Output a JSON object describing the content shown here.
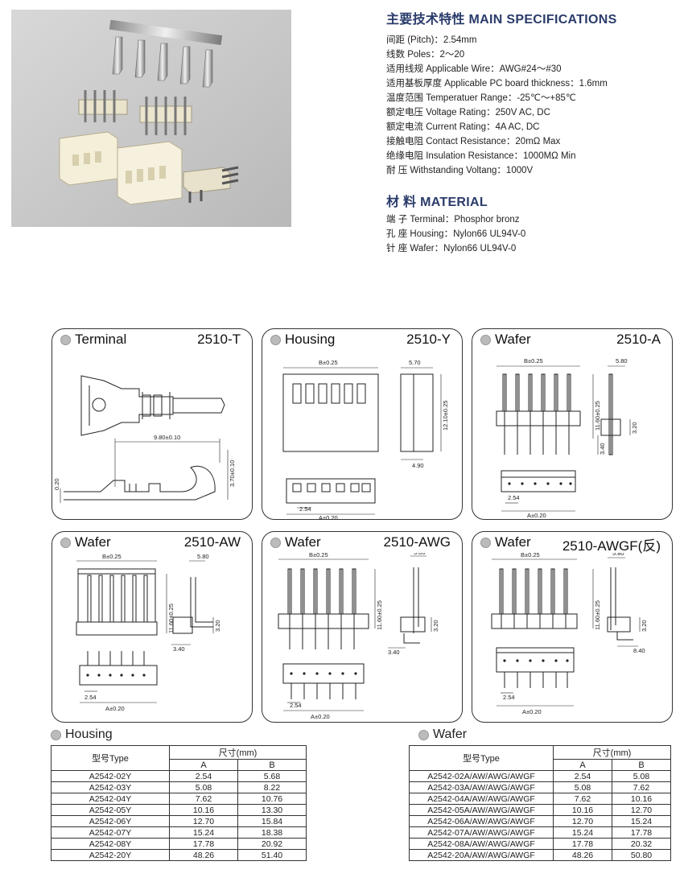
{
  "specs": {
    "title": "主要技术特性 MAIN SPECIFICATIONS",
    "items": [
      "间距 (Pitch)：2.54mm",
      "线数 Poles：2～20",
      "适用线规 Applicable Wire：AWG#24～#30",
      "适用基板厚度 Applicable PC board thickness：1.6mm",
      "温度范围 Temperatuer Range：-25℃～+85℃",
      "额定电压 Voltage Rating：250V AC, DC",
      "额定电流 Current Rating：4A AC, DC",
      "接触电阻 Contact Resistance：20mΩ  Max",
      "绝缘电阻 Insulation Resistance：1000MΩ  Min",
      "耐    压 Withstanding Voltang：1000V"
    ]
  },
  "material": {
    "title": "材    料 MATERIAL",
    "items": [
      "端    子 Terminal：Phosphor bronz",
      "孔    座 Housing：Nylon66  UL94V-0",
      "针    座 Wafer：Nylon66  UL94V-0"
    ]
  },
  "panels": [
    {
      "title": "Terminal",
      "code": "2510-T"
    },
    {
      "title": "Housing",
      "code": "2510-Y"
    },
    {
      "title": "Wafer",
      "code": "2510-A"
    },
    {
      "title": "Wafer",
      "code": "2510-AW"
    },
    {
      "title": "Wafer",
      "code": "2510-AWG"
    },
    {
      "title": "Wafer",
      "code": "2510-AWGF(反)"
    }
  ],
  "dims": {
    "t_len": "9.80±0.10",
    "t_h": "3.70±0.10",
    "t_thk": "0.20",
    "b": "B±0.25",
    "a": "A±0.20",
    "pitch": "2.54",
    "y_w": "5.70",
    "y_h": "12.10±0.25",
    "y_d": "4.90",
    "w_w": "5.80",
    "w_h": "11.60±0.25",
    "w_b": "3.20",
    "w_pin": "3.40",
    "w_pin2": "8.40"
  },
  "housing_table": {
    "title": "Housing",
    "col_type": "型号Type",
    "col_size": "尺寸(mm)",
    "col_a": "A",
    "col_b": "B",
    "rows": [
      [
        "A2542-02Y",
        "2.54",
        "5.68"
      ],
      [
        "A2542-03Y",
        "5.08",
        "8.22"
      ],
      [
        "A2542-04Y",
        "7.62",
        "10.76"
      ],
      [
        "A2542-05Y",
        "10.16",
        "13.30"
      ],
      [
        "A2542-06Y",
        "12.70",
        "15.84"
      ],
      [
        "A2542-07Y",
        "15.24",
        "18.38"
      ],
      [
        "A2542-08Y",
        "17.78",
        "20.92"
      ],
      [
        "A2542-20Y",
        "48.26",
        "51.40"
      ]
    ]
  },
  "wafer_table": {
    "title": "Wafer",
    "col_type": "型号Type",
    "col_size": "尺寸(mm)",
    "col_a": "A",
    "col_b": "B",
    "rows": [
      [
        "A2542-02A/AW/AWG/AWGF",
        "2.54",
        "5.08"
      ],
      [
        "A2542-03A/AW/AWG/AWGF",
        "5.08",
        "7.62"
      ],
      [
        "A2542-04A/AW/AWG/AWGF",
        "7.62",
        "10.16"
      ],
      [
        "A2542-05A/AW/AWG/AWGF",
        "10.16",
        "12.70"
      ],
      [
        "A2542-06A/AW/AWG/AWGF",
        "12.70",
        "15.24"
      ],
      [
        "A2542-07A/AW/AWG/AWGF",
        "15.24",
        "17.78"
      ],
      [
        "A2542-08A/AW/AWG/AWGF",
        "17.78",
        "20.32"
      ],
      [
        "A2542-20A/AW/AWG/AWGF",
        "48.26",
        "50.80"
      ]
    ]
  }
}
